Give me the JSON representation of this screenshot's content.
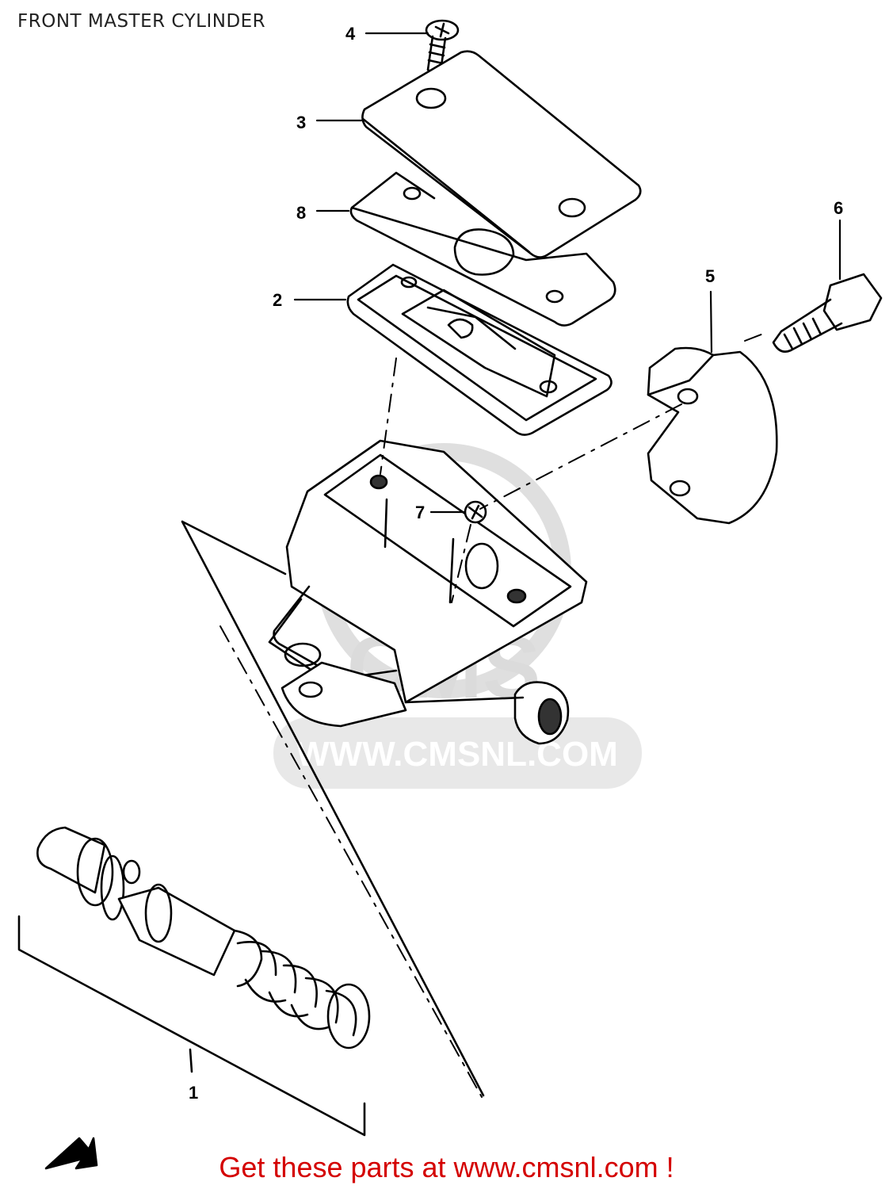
{
  "title": "FRONT MASTER CYLINDER",
  "callouts": [
    {
      "id": "1",
      "label": "1"
    },
    {
      "id": "2",
      "label": "2"
    },
    {
      "id": "3",
      "label": "3"
    },
    {
      "id": "4",
      "label": "4"
    },
    {
      "id": "5",
      "label": "5"
    },
    {
      "id": "6",
      "label": "6"
    },
    {
      "id": "7",
      "label": "7"
    },
    {
      "id": "8",
      "label": "8"
    }
  ],
  "watermark": {
    "logo": "CMS",
    "url": "WWW.CMSNL.COM"
  },
  "footer": "Get these parts at www.cmsnl.com !"
}
